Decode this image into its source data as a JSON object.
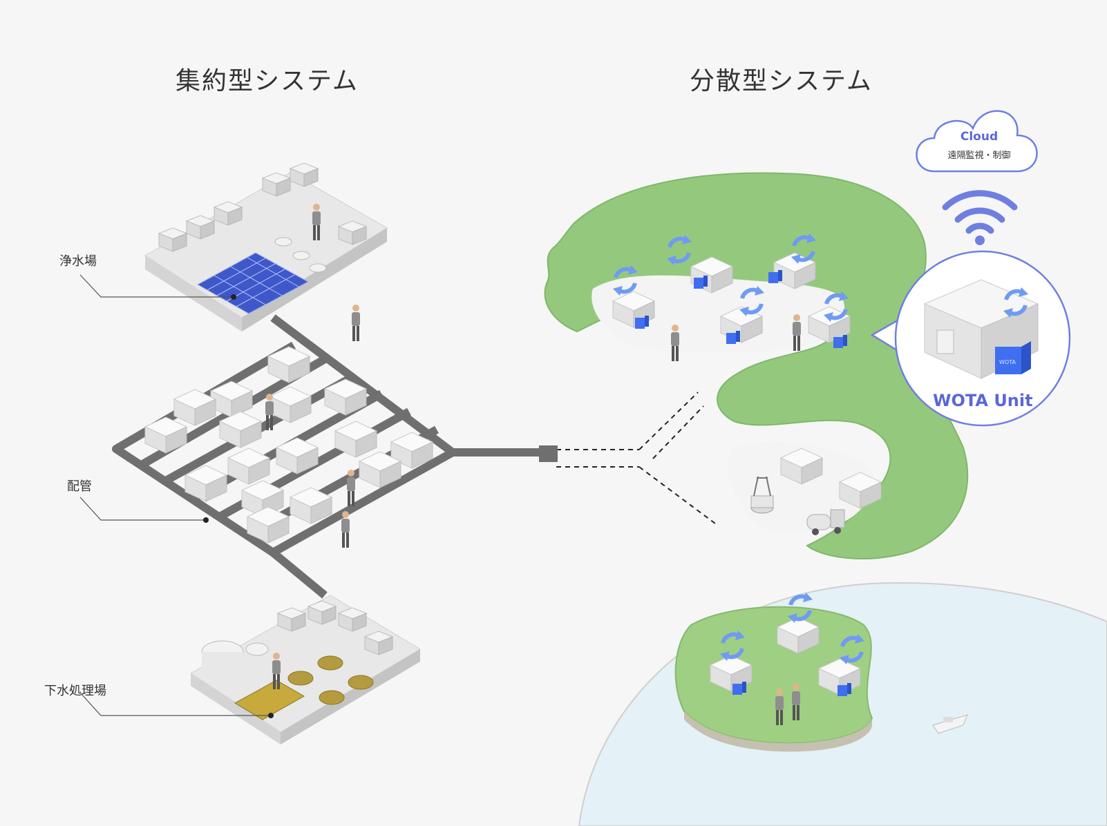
{
  "headings": {
    "centralized": "集約型システム",
    "distributed": "分散型システム"
  },
  "labels": {
    "water_plant": "浄水場",
    "pipes": "配管",
    "sewage_plant": "下水処理場"
  },
  "cloud": {
    "title": "Cloud",
    "subtitle": "遠隔監視・制御"
  },
  "unit": {
    "name": "WOTA Unit",
    "tag": "WOTA"
  },
  "colors": {
    "accent": "#5a67d8",
    "cycle_arrow": "#6f9bf2",
    "unit_blue": "#3f6ff0",
    "land_green": "#94c97d",
    "sea": "#e4f1f6",
    "pipe": "#6f6f6f",
    "solar": "#3f58c9",
    "tank_gold": "#b59b40"
  },
  "icons": [
    "cloud-icon",
    "wifi-icon",
    "cycle-arrow-icon",
    "house-icon",
    "person-icon",
    "boat-icon",
    "truck-icon",
    "well-icon"
  ]
}
